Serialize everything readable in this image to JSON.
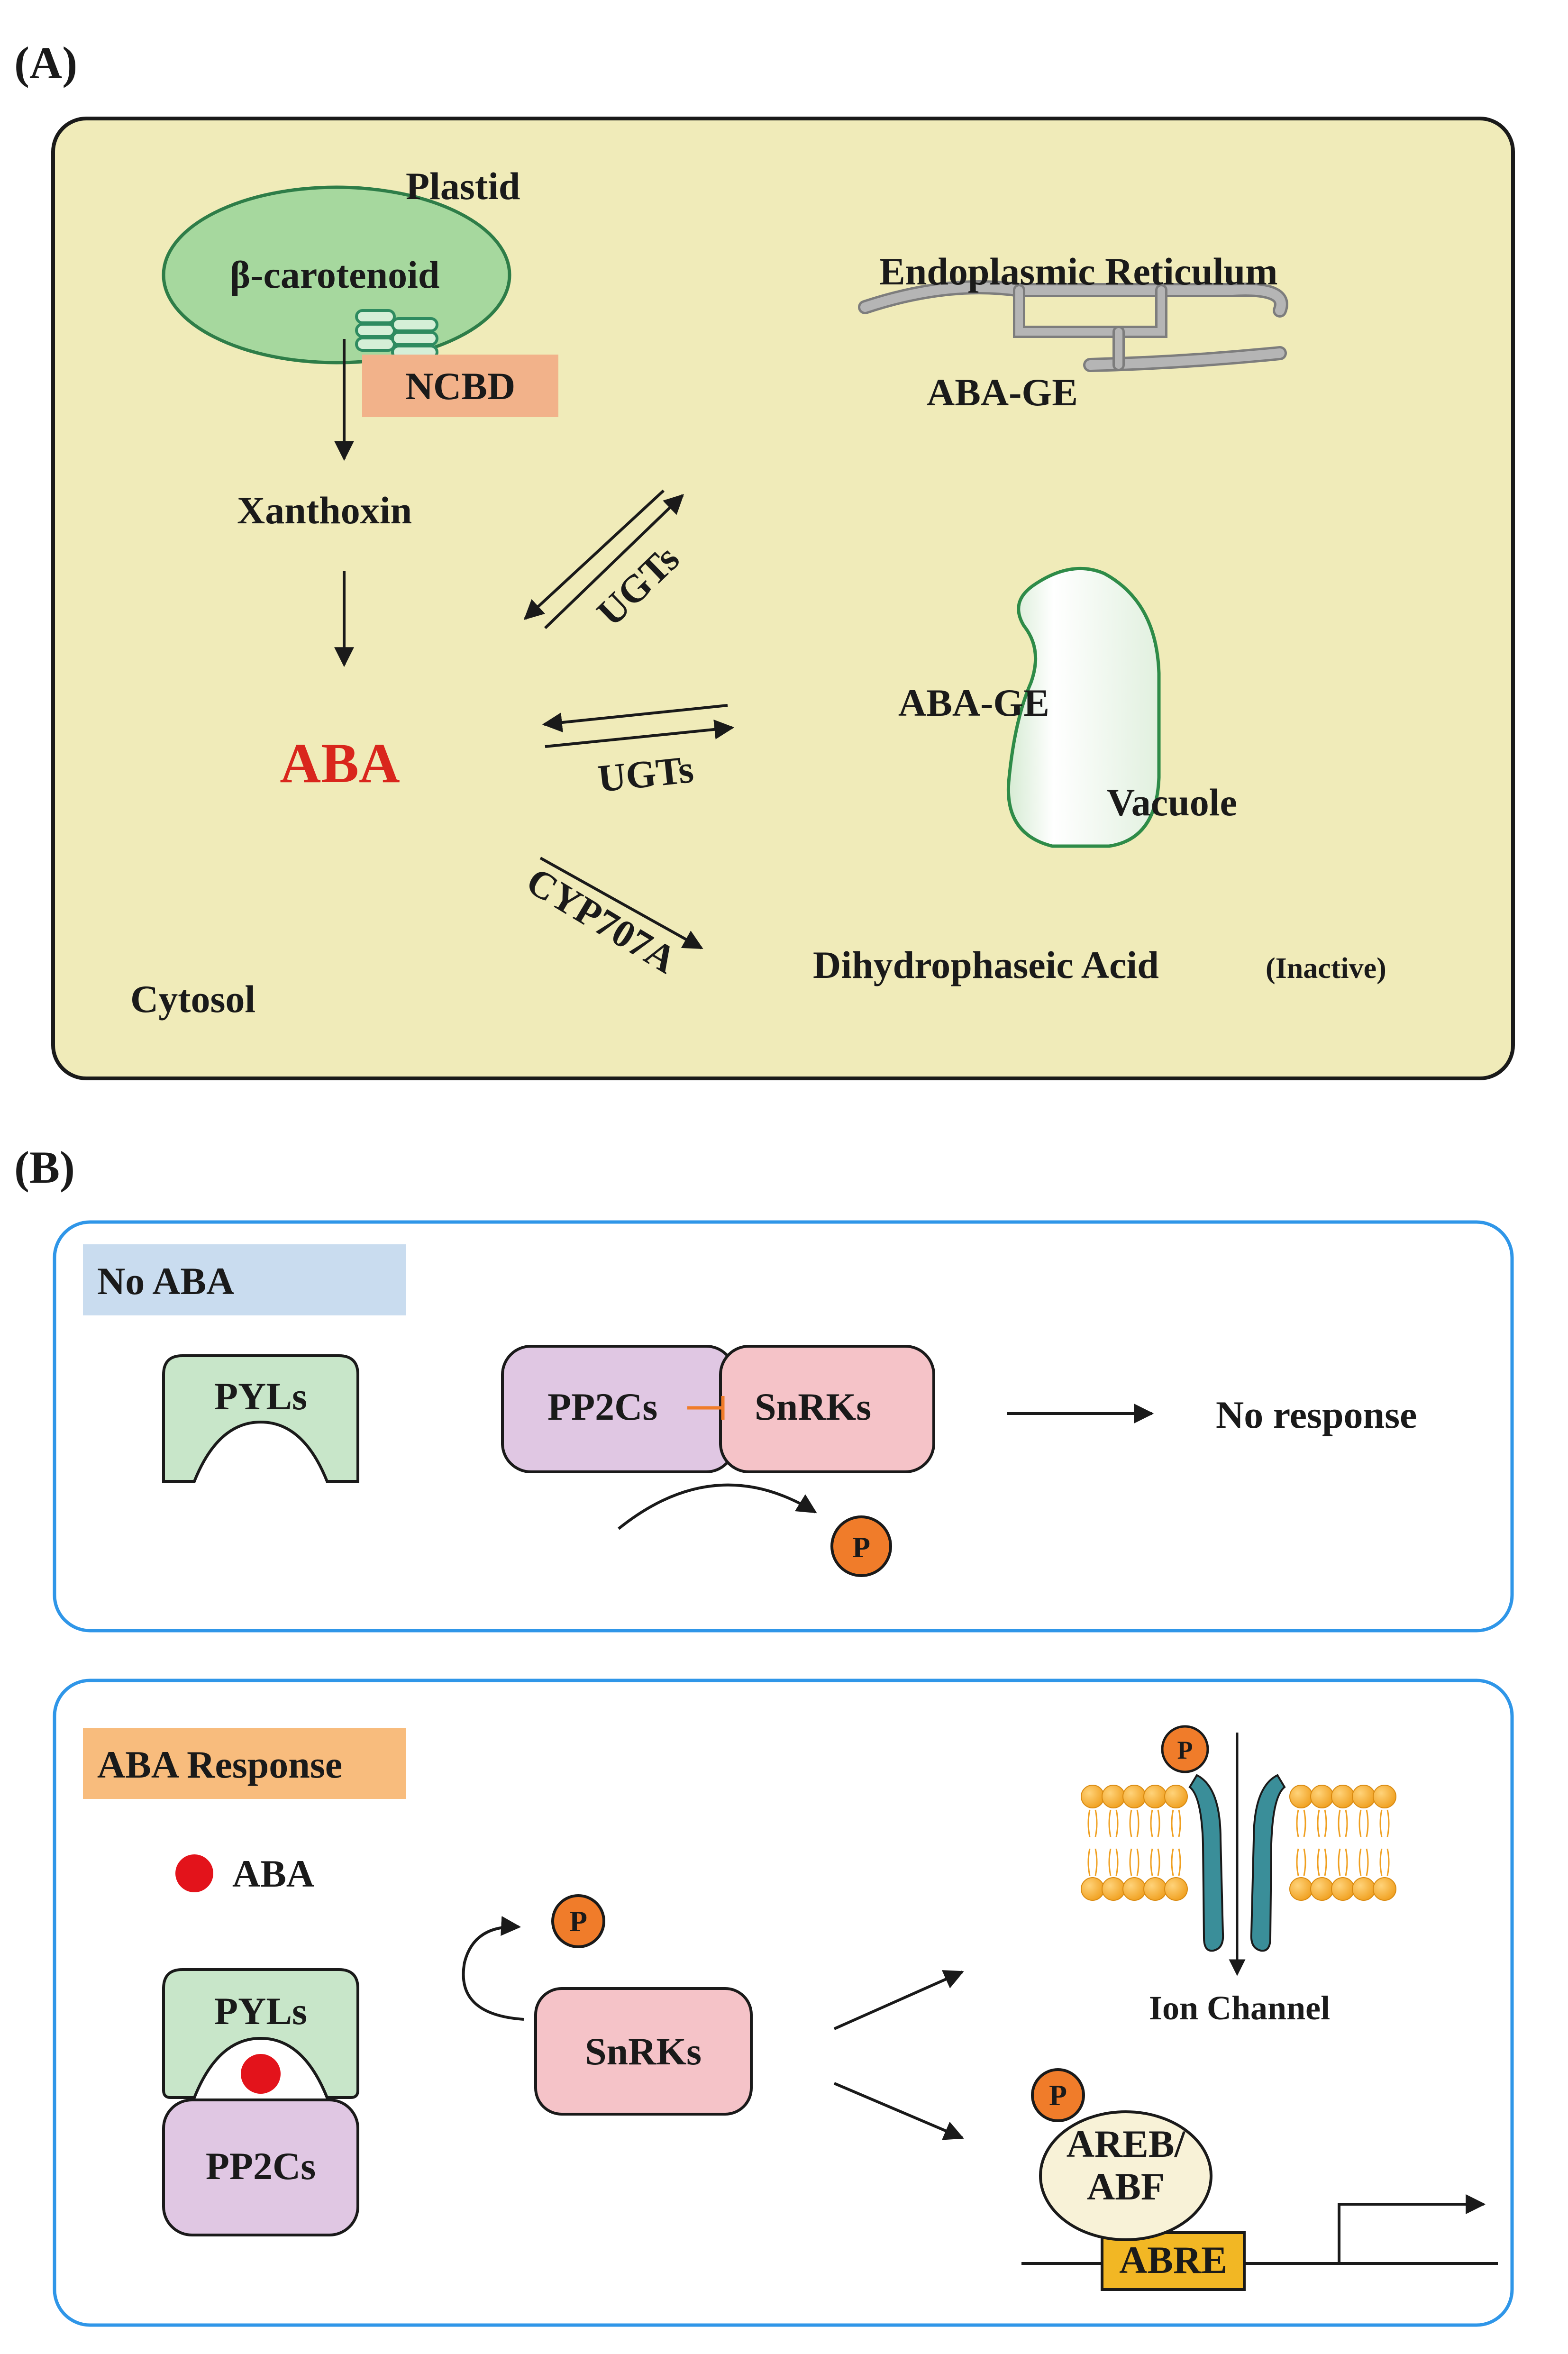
{
  "panel_a": {
    "label": "(A)",
    "plastid": "Plastid",
    "beta_carotenoid": "β-carotenoid",
    "ncbd": "NCBD",
    "xanthoxin": "Xanthoxin",
    "aba": "ABA",
    "er": "Endoplasmic Reticulum",
    "aba_ge_er": "ABA-GE",
    "ugts_upper": "UGTs",
    "ugts_lower": "UGTs",
    "aba_ge_vacuole": "ABA-GE",
    "vacuole": "Vacuole",
    "cyp": "CYP707A",
    "dihydrophaseic": "Dihydrophaseic Acid",
    "inactive": "(Inactive)",
    "cytosol": "Cytosol"
  },
  "panel_b": {
    "label": "(B)",
    "no_aba": {
      "title": "No ABA",
      "pyls": "PYLs",
      "pp2cs": "PP2Cs",
      "snrks": "SnRKs",
      "response": "No response",
      "p": "P"
    },
    "aba_response": {
      "title": "ABA Response",
      "legend_aba": "ABA",
      "pyls": "PYLs",
      "pp2cs": "PP2Cs",
      "snrks": "SnRKs",
      "p_snrk": "P",
      "p_channel": "P",
      "ion_channel": "Ion Channel",
      "p_areb": "P",
      "areb_line1": "AREB/",
      "areb_line2": "ABF",
      "abre": "ABRE"
    }
  },
  "colors": {
    "cell_fill": "#f0ebb9",
    "plastid_fill": "#a6d89e",
    "plastid_stroke": "#2e7d48",
    "ncbd_fill": "#f2b28a",
    "er_gray": "#a9a9a9",
    "vacuole_fill": "#e1f0df",
    "aba_red": "#d9261c",
    "panel_border": "#2f96e8",
    "no_aba_tag": "#c9dcef",
    "aba_resp_tag": "#f8bc7d",
    "pyl_fill": "#c8e6c9",
    "pp2c_fill": "#e0c7e3",
    "snrk_fill": "#f5c3c8",
    "phospho": "#f07c2a",
    "membrane_head": "#f5a623",
    "channel": "#3a8e99",
    "areb_fill": "#f8f2d7",
    "abre_fill": "#f2b724"
  }
}
